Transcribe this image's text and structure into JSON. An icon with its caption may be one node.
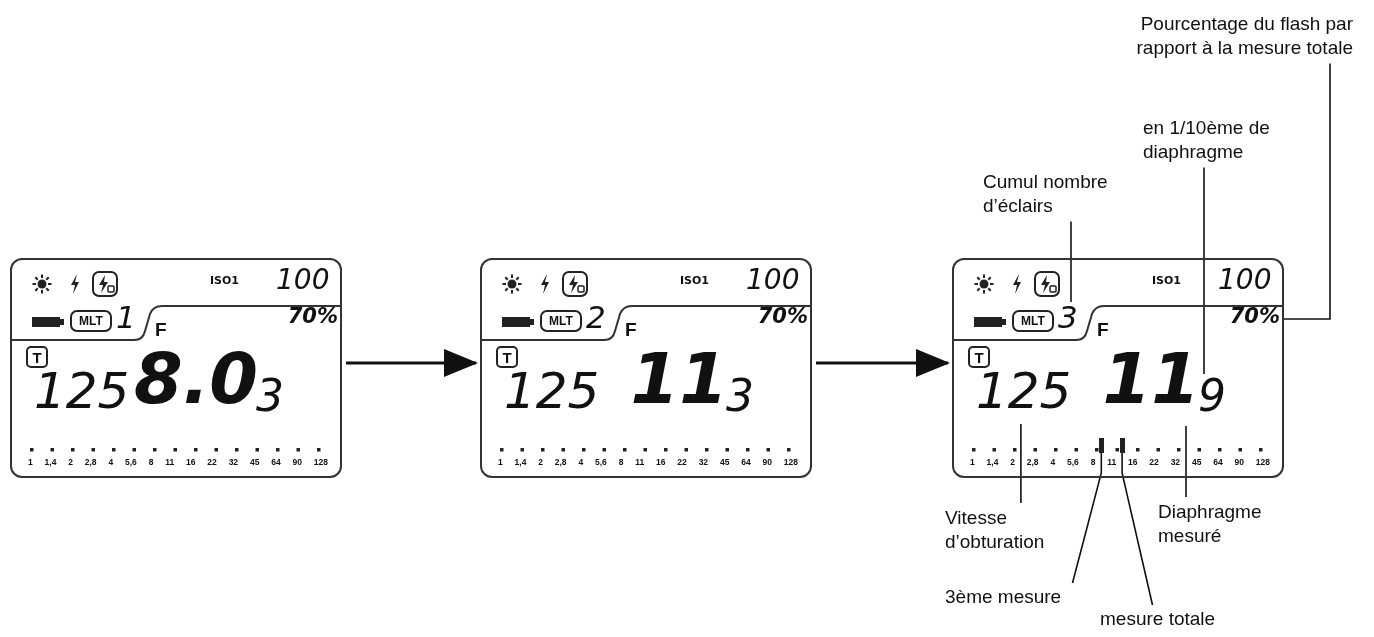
{
  "diagram": {
    "nodes": [
      {
        "text": [],
        "shape": "box"
      },
      {
        "text": [
          "ISO1"
        ],
        "in": 0
      },
      {
        "text": [
          "100"
        ],
        "in": 0
      },
      {
        "text": [
          "MLT"
        ],
        "in": 0
      },
      {
        "text": [
          "1"
        ],
        "in": 0
      },
      {
        "text": [
          "F"
        ],
        "in": 0
      },
      {
        "text": [
          "70%"
        ],
        "in": 0
      },
      {
        "text": [
          "T"
        ],
        "in": 0
      },
      {
        "text": [
          "125"
        ],
        "in": 0
      },
      {
        "text": [
          "8.0"
        ],
        "in": 0
      },
      {
        "text": [
          "3"
        ],
        "in": 0
      },
      {
        "text": [
          "1 1,4 2 2,8 4 5,6 8 11 16 22 32 45 64 90 128"
        ],
        "in": 0
      },
      {
        "text": [],
        "shape": "box"
      },
      {
        "text": [
          "ISO1"
        ],
        "in": 12
      },
      {
        "text": [
          "100"
        ],
        "in": 12
      },
      {
        "text": [
          "MLT"
        ],
        "in": 12
      },
      {
        "text": [
          "2"
        ],
        "in": 12
      },
      {
        "text": [
          "F"
        ],
        "in": 12
      },
      {
        "text": [
          "70%"
        ],
        "in": 12
      },
      {
        "text": [
          "T"
        ],
        "in": 12
      },
      {
        "text": [
          "125"
        ],
        "in": 12
      },
      {
        "text": [
          "11"
        ],
        "in": 12
      },
      {
        "text": [
          "3"
        ],
        "in": 12
      },
      {
        "text": [
          "1 1,4 2 2,8 4 5,6 8 11 16 22 32 45 64 90 128"
        ],
        "in": 12
      },
      {
        "text": [],
        "shape": "box"
      },
      {
        "text": [
          "ISO1"
        ],
        "in": 24
      },
      {
        "text": [
          "100"
        ],
        "in": 24
      },
      {
        "text": [
          "MLT"
        ],
        "in": 24
      },
      {
        "text": [
          "3"
        ],
        "in": 24
      },
      {
        "text": [
          "F"
        ],
        "in": 24
      },
      {
        "text": [
          "70%"
        ],
        "in": 24
      },
      {
        "text": [
          "T"
        ],
        "in": 24
      },
      {
        "text": [
          "125"
        ],
        "in": 24
      },
      {
        "text": [
          "11"
        ],
        "in": 24
      },
      {
        "text": [
          "9"
        ],
        "in": 24
      },
      {
        "text": [
          "1 1,4 2 2,8 4 5,6 8 11 16 22 32 45 64 90 128"
        ],
        "in": 24
      },
      {
        "text": [],
        "shape": "bar",
        "in": 24
      },
      {
        "text": [],
        "shape": "bar",
        "in": 24
      },
      {
        "text": [
          "Pourcentage du flash par rapport à la mesure totale"
        ]
      },
      {
        "text": [
          "en 1/10ème de diaphragme"
        ]
      },
      {
        "text": [
          "Cumul nombre d’éclairs"
        ]
      },
      {
        "text": [
          "Vitesse d’obturation"
        ]
      },
      {
        "text": [
          "3ème mesure"
        ]
      },
      {
        "text": [
          "mesure totale"
        ]
      },
      {
        "text": [
          "Diaphragme mesuré"
        ]
      }
    ],
    "edges": [
      {
        "from": 0,
        "to": 12,
        "arrow": "to"
      },
      {
        "from": 12,
        "to": 24,
        "arrow": "to"
      },
      {
        "from": 38,
        "to": 30,
        "arrow": "none"
      },
      {
        "from": 39,
        "to": 34,
        "arrow": "none"
      },
      {
        "from": 40,
        "to": 28,
        "arrow": "none"
      },
      {
        "from": 41,
        "to": 32,
        "arrow": "none"
      },
      {
        "from": 42,
        "to": 36,
        "arrow": "none"
      },
      {
        "from": 43,
        "to": 37,
        "arrow": "none"
      },
      {
        "from": 44,
        "to": 33,
        "arrow": "none"
      }
    ]
  }
}
